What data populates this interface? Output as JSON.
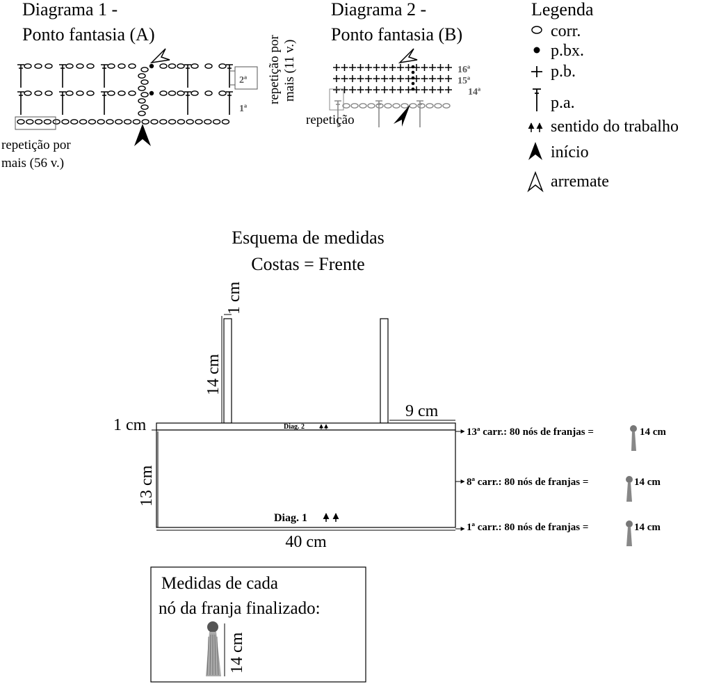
{
  "diagram1": {
    "title_line1": "Diagrama 1 -",
    "title_line2": "Ponto fantasia (A)",
    "row1": "1ª",
    "row2": "2ª",
    "repeat_side_line1": "repetição por",
    "repeat_side_line2": "mais (11 v.)",
    "repeat_bottom_line1": "repetição por",
    "repeat_bottom_line2": "mais (56 v.)"
  },
  "diagram2": {
    "title_line1": "Diagrama 2 -",
    "title_line2": "Ponto fantasia (B)",
    "row14": "14ª",
    "row15": "15ª",
    "row16": "16ª",
    "repeat": "repetição"
  },
  "legend": {
    "title": "Legenda",
    "items": {
      "chain": "corr.",
      "slip_stitch": "p.bx.",
      "single_crochet": "p.b.",
      "double_crochet": "p.a.",
      "direction": "sentido do trabalho",
      "start": "início",
      "finish": "arremate"
    }
  },
  "schema": {
    "title_line1": "Esquema de medidas",
    "title_line2": "Costas = Frente",
    "strap_width": "1 cm",
    "strap_height": "14 cm",
    "strap_offset": "9 cm",
    "top_band": "1 cm",
    "body_height": "13 cm",
    "body_width": "40 cm",
    "diag2_label": "Diag. 2",
    "diag1_label": "Diag. 1",
    "fringe_row13": "13ª carr.: 80 nós de franjas =",
    "fringe_row8": "8ª carr.: 80 nós de franjas =",
    "fringe_row1": "1ª carr.: 80 nós de franjas =",
    "fringe_len": "14 cm"
  },
  "knot_box": {
    "line1": "Medidas de cada",
    "line2": "nó  da franja finalizado:",
    "length": "14 cm"
  }
}
